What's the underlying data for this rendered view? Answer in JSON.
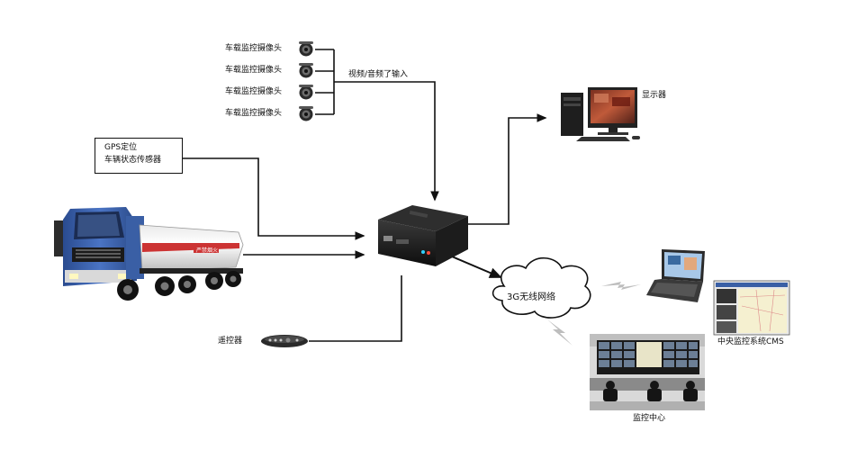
{
  "diagram": {
    "cameras": [
      {
        "label": "车载监控摄像头"
      },
      {
        "label": "车载监控摄像头"
      },
      {
        "label": "车载监控摄像头"
      },
      {
        "label": "车载监控摄像头"
      }
    ],
    "video_audio_input": "视频/音频了输入",
    "monitor_label": "显示器",
    "gps_box": {
      "line1": "GPS定位",
      "line2": "车辆状态传感器"
    },
    "network_label": "3G无线网络",
    "remote_label": "遥控器",
    "cms_label": "中央监控系统CMS",
    "control_center_label": "监控中心",
    "truck_tank_text": "严禁烟火"
  }
}
